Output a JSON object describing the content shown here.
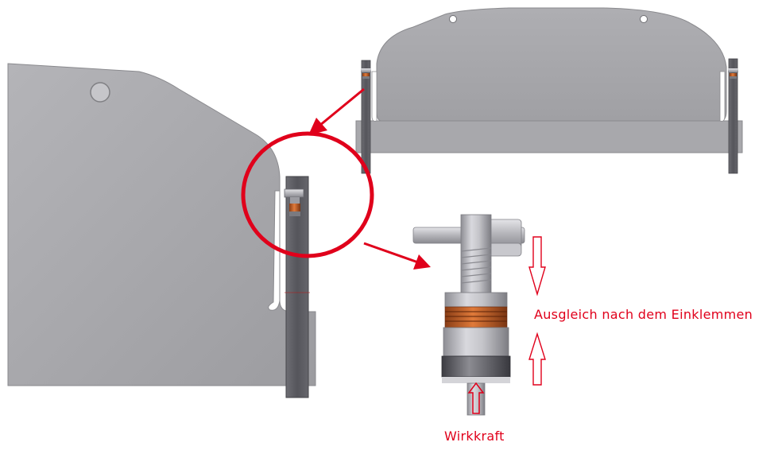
{
  "colors": {
    "accent_red": "#e0001b",
    "plate_gray": "#a6a6aa",
    "plate_edge": "#7c7c80",
    "bar_dark": "#5e5e64",
    "copper": "#c8652c",
    "steel": "#bfbfc4"
  },
  "labels": {
    "compensation": "Ausgleich nach dem Einklemmen",
    "force": "Wirkkraft"
  },
  "icons": {
    "arrow_up": "arrow-up-outline",
    "arrow_down": "arrow-down-outline",
    "callout_arrow": "red-pointer-arrow",
    "highlight_circle": "red-detail-circle"
  }
}
